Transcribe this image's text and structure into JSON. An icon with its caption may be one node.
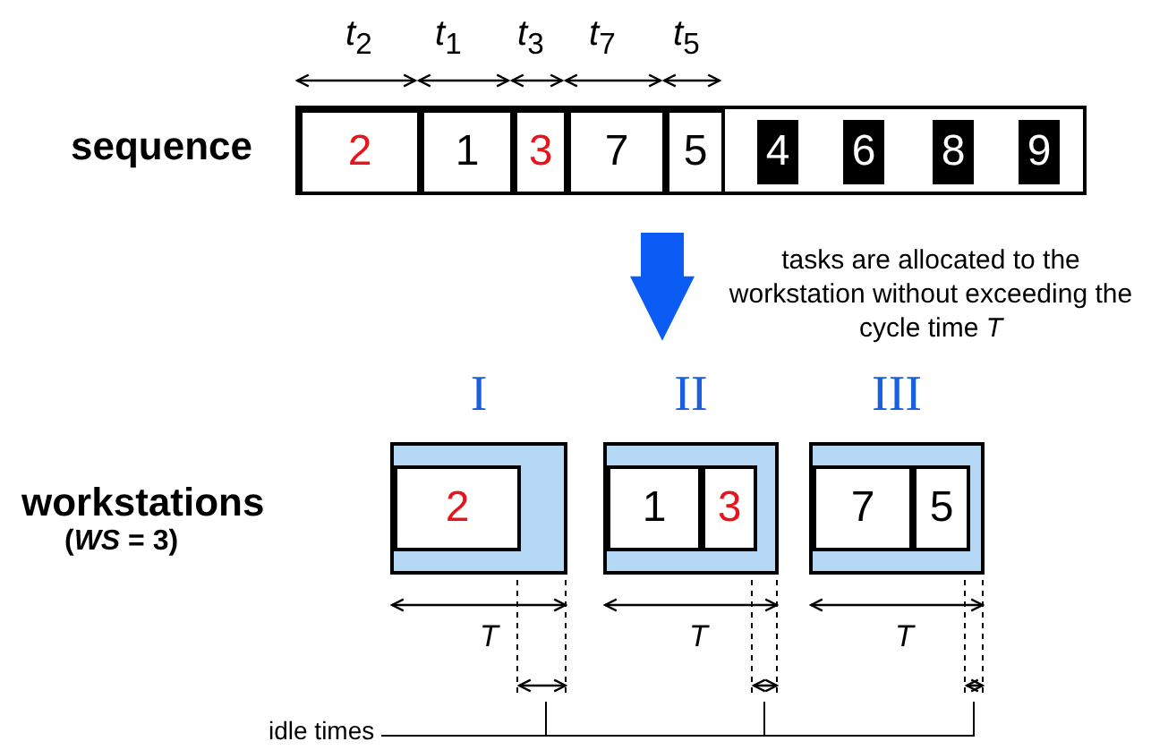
{
  "diagram": {
    "nodes": [
      {
        "text": [],
        "shape": "box",
        "beside": [
          "sequence"
        ]
      },
      {
        "text": [
          "2"
        ],
        "in": 0
      },
      {
        "text": [
          "1"
        ],
        "in": 0
      },
      {
        "text": [
          "3"
        ],
        "in": 0
      },
      {
        "text": [
          "7"
        ],
        "in": 0
      },
      {
        "text": [
          "5"
        ],
        "in": 0
      },
      {
        "text": [
          "4"
        ],
        "in": 0
      },
      {
        "text": [
          "6"
        ],
        "in": 0
      },
      {
        "text": [
          "8"
        ],
        "in": 0
      },
      {
        "text": [
          "9"
        ],
        "in": 0
      },
      {
        "text": [
          "I"
        ]
      },
      {
        "text": [
          "2"
        ],
        "in": 10
      },
      {
        "text": [
          "II"
        ]
      },
      {
        "text": [
          "1"
        ],
        "in": 12
      },
      {
        "text": [
          "3"
        ],
        "in": 12
      },
      {
        "text": [
          "III"
        ]
      },
      {
        "text": [
          "7"
        ],
        "in": 15
      },
      {
        "text": [
          "5"
        ],
        "in": 15
      },
      {
        "text": [
          "idle times"
        ]
      }
    ],
    "edges": [
      {
        "from": 18,
        "to": null,
        "arrow": "none"
      },
      {
        "from": 18,
        "to": null,
        "arrow": "none"
      },
      {
        "from": 18,
        "to": null,
        "arrow": "none"
      }
    ],
    "labels": [
      "*t*$_{2}$",
      "*t*$_{1}$",
      "*t*$_{3}$",
      "*t*$_{7}$",
      "*t*$_{5}$",
      "tasks are allocated to the workstation without exceeding the cycle time *T*",
      "workstations",
      "(*WS* = 3)",
      "T",
      "T",
      "T"
    ]
  }
}
